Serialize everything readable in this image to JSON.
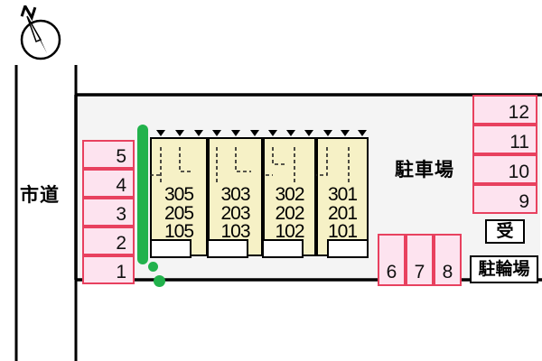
{
  "compass": {
    "north_label": "N",
    "icon": "compass-north-icon"
  },
  "road": {
    "label": "市道"
  },
  "site": {
    "background_color": "#f4f4f4",
    "boundary_color": "#000000"
  },
  "parking": {
    "area_label": "駐車場",
    "stall_fill": "#fde3ef",
    "stall_border": "#e8415f",
    "left_column": [
      {
        "number": "5"
      },
      {
        "number": "4"
      },
      {
        "number": "3"
      },
      {
        "number": "2"
      },
      {
        "number": "1"
      }
    ],
    "right_column": [
      {
        "number": "12"
      },
      {
        "number": "11"
      },
      {
        "number": "10"
      },
      {
        "number": "9"
      }
    ],
    "bottom_row": [
      {
        "number": "6"
      },
      {
        "number": "7"
      },
      {
        "number": "8"
      }
    ]
  },
  "building": {
    "fill_color": "#f6f1c6",
    "units": [
      {
        "floors": [
          "305",
          "205",
          "105"
        ]
      },
      {
        "floors": [
          "303",
          "203",
          "103"
        ]
      },
      {
        "floors": [
          "302",
          "202",
          "102"
        ]
      },
      {
        "floors": [
          "301",
          "201",
          "101"
        ]
      }
    ]
  },
  "labels": {
    "reception": "受",
    "bicycle_parking": "駐輪場"
  },
  "greenery": {
    "hedge_color": "#22b24c",
    "tree_color": "#22b24c"
  }
}
